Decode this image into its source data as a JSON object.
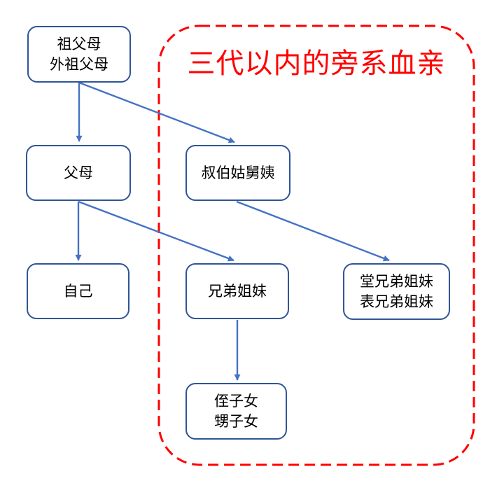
{
  "diagram": {
    "title": {
      "text": "三代以内的旁系血亲"
    },
    "colors": {
      "box_border": "#2F5597",
      "arrow": "#4472C4",
      "dashed_boundary": "#FF0000",
      "box_text": "#000000",
      "background": "#FFFFFF"
    },
    "boundary_label": "三代以内的旁系血亲",
    "nodes": [
      {
        "id": "grandparents",
        "lines": [
          "祖父母",
          "外祖父母"
        ]
      },
      {
        "id": "parents",
        "lines": [
          "父母"
        ]
      },
      {
        "id": "uncles-aunts",
        "lines": [
          "叔伯姑舅姨"
        ]
      },
      {
        "id": "self",
        "lines": [
          "自己"
        ]
      },
      {
        "id": "siblings",
        "lines": [
          "兄弟姐妹"
        ]
      },
      {
        "id": "cousins",
        "lines": [
          "堂兄弟姐妹",
          "表兄弟姐妹"
        ]
      },
      {
        "id": "nephews-nieces",
        "lines": [
          "侄子女",
          "甥子女"
        ]
      }
    ],
    "edges": [
      {
        "from": "grandparents",
        "to": "parents"
      },
      {
        "from": "grandparents",
        "to": "uncles-aunts"
      },
      {
        "from": "parents",
        "to": "self"
      },
      {
        "from": "parents",
        "to": "siblings"
      },
      {
        "from": "uncles-aunts",
        "to": "cousins"
      },
      {
        "from": "siblings",
        "to": "nephews-nieces"
      }
    ]
  }
}
